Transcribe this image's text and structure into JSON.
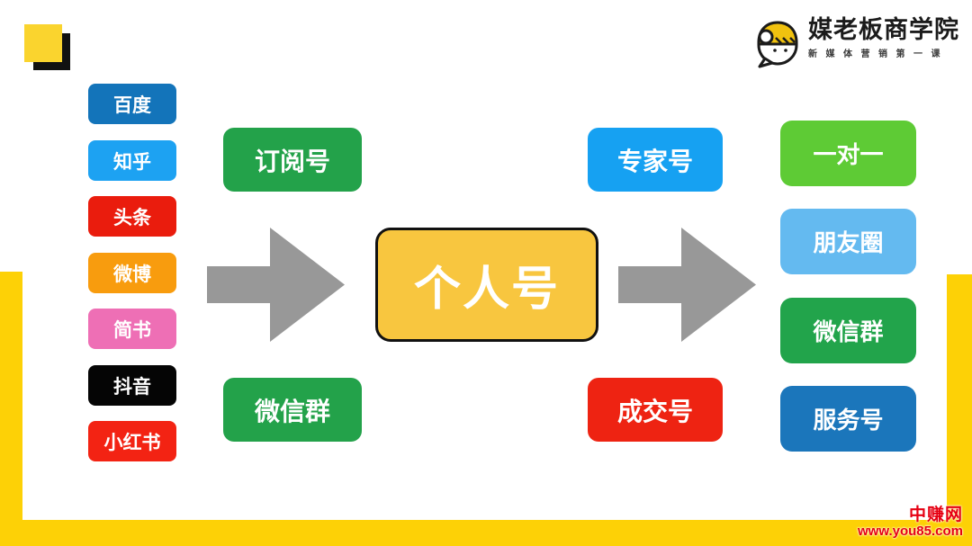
{
  "page": {
    "frame_color": "#fdd106"
  },
  "decoration": {
    "front_color": "#fad42e",
    "back_color": "#111111"
  },
  "logo": {
    "title": "媒老板商学院",
    "subtitle": "新媒体营销第一课",
    "helmet_color": "#f1c20f",
    "outline_color": "#1b1b1b"
  },
  "left_column": {
    "items": [
      {
        "label": "百度",
        "color": "#1374ba"
      },
      {
        "label": "知乎",
        "color": "#1da2f2"
      },
      {
        "label": "头条",
        "color": "#ea1c0d"
      },
      {
        "label": "微博",
        "color": "#f89c0e"
      },
      {
        "label": "简书",
        "color": "#ee6fb5"
      },
      {
        "label": "抖音",
        "color": "#050505"
      },
      {
        "label": "小红书",
        "color": "#f32313"
      }
    ]
  },
  "flow": {
    "subscribe_box": {
      "label": "订阅号",
      "color": "#23a24a"
    },
    "wechat_group_left": {
      "label": "微信群",
      "color": "#23a24a"
    },
    "center_box": {
      "label": "个人号",
      "fill": "#f8c63f",
      "border": "#111111"
    },
    "expert_box": {
      "label": "专家号",
      "color": "#16a1f2"
    },
    "deal_box": {
      "label": "成交号",
      "color": "#ee2312"
    },
    "arrow_color": "#989898"
  },
  "right_column": {
    "items": [
      {
        "label": "一对一",
        "color": "#5ecb35"
      },
      {
        "label": "朋友圈",
        "color": "#64baf0"
      },
      {
        "label": "微信群",
        "color": "#22a44b"
      },
      {
        "label": "服务号",
        "color": "#1b76bb"
      }
    ]
  },
  "watermark": {
    "site_name": "中赚网",
    "site_url": "www.you85.com",
    "color": "#e60012"
  }
}
